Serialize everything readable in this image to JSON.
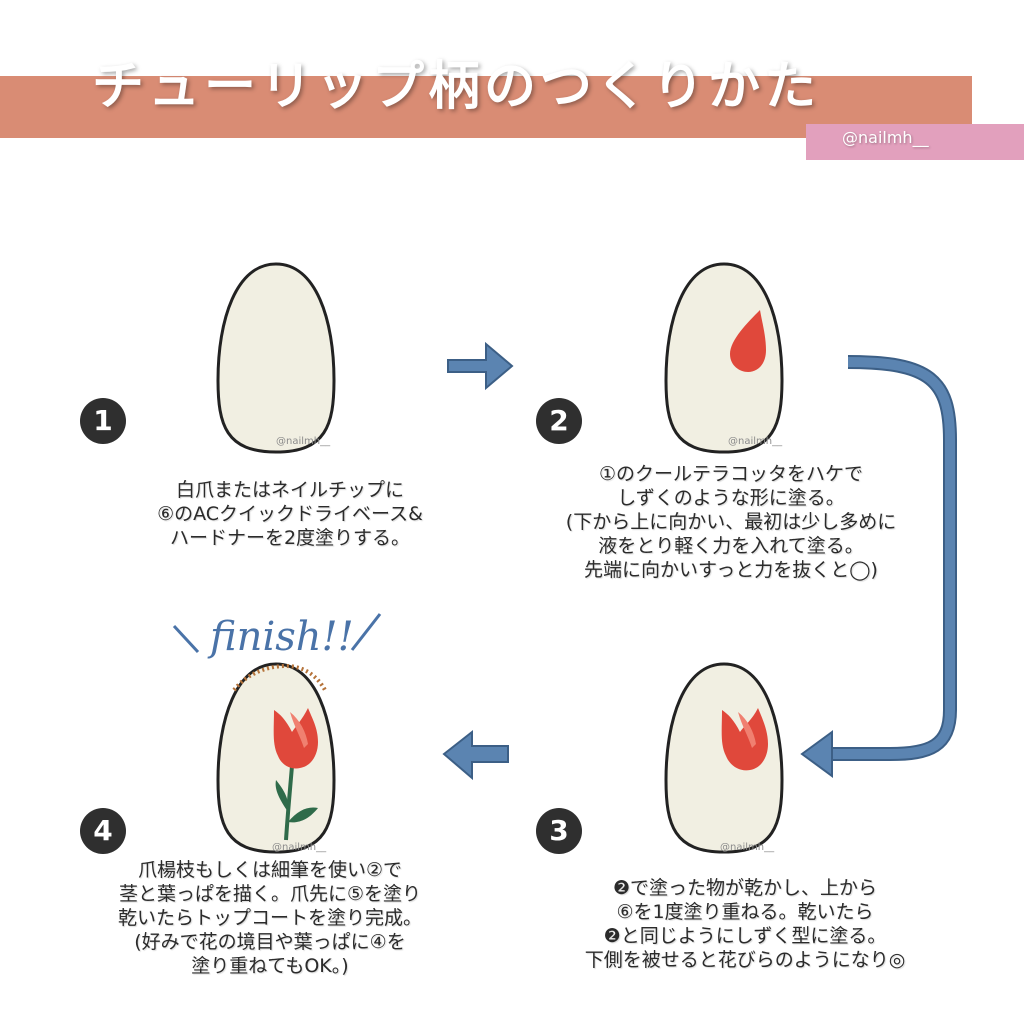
{
  "title": "チューリップ柄のつくりかた",
  "handle": "@nailmh__",
  "watermark": "@nailmh__",
  "finish_label": "finish!!",
  "steps": [
    {
      "num": "1",
      "text": "白爪またはネイルチップに\n⑥のACクイックドライベース&\nハードナーを2度塗りする。"
    },
    {
      "num": "2",
      "text": "①のクールテラコッタをハケで\nしずくのような形に塗る。\n(下から上に向かい、最初は少し多めに\n液をとり軽く力を入れて塗る。\n先端に向かいすっと力を抜くと◯)"
    },
    {
      "num": "3",
      "text": "❷で塗った物が乾かし、上から\n⑥を1度塗り重ねる。乾いたら\n❷と同じようにしずく型に塗る。\n下側を被せると花びらのようになり◎"
    },
    {
      "num": "4",
      "text": "爪楊枝もしくは細筆を使い②で\n茎と葉っぱを描く。爪先に⑤を塗り\n乾いたらトップコートを塗り完成。\n(好みで花の境目や葉っぱに④を\n塗り重ねてもOK。)"
    }
  ],
  "colors": {
    "title_band": "#d98c74",
    "handle_band": "#e2a0bd",
    "nail_fill": "#f1efe2",
    "petal": "#e0483b",
    "arrow": "#5b84b1",
    "leaf": "#2f6b4a"
  }
}
